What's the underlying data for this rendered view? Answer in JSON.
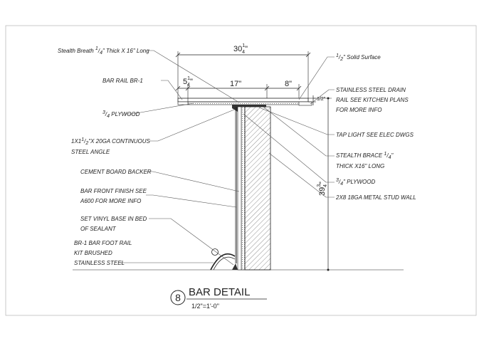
{
  "labels": {
    "stealth_breath": {
      "pre": "Stealth Breath ",
      "n": "1",
      "d": "4",
      "post": "\"  Thick X 16\" Long"
    },
    "bar_rail": "BAR RAIL BR-1",
    "plywood_top": {
      "n": "3",
      "d": "4",
      "post": " PLYWOOD"
    },
    "steel_angle_1": {
      "pre": "1X1",
      "n": "1",
      "d": "2",
      "post": "\"X  20GA CONTINUOUS"
    },
    "steel_angle_2": "STEEL ANGLE",
    "cement_board": "CEMENT BOARD BACKER",
    "finish_1": "BAR FRONT FINISH SEE",
    "finish_2": "A600 FOR MORE INFO",
    "vinyl_1": "SET VINYL BASE IN BED",
    "vinyl_2": "OF SEALANT",
    "foot_1": "BR-1 BAR FOOT RAIL",
    "foot_2": "KIT BRUSHED",
    "foot_3": "STAINLESS STEEL",
    "solid_surface": {
      "n": "1",
      "d": "2",
      "post": "\" Solid Surface"
    },
    "drain_1": "STAINLESS STEEL DRAIN",
    "drain_2": "RAIL SEE KITCHEN PLANS",
    "drain_3": "FOR MORE INFO",
    "tap_light": "TAP LIGHT SEE ELEC DWGS",
    "brace_1": {
      "pre": "STEALTH BRACE ",
      "n": "1",
      "d": "4",
      "post": "\""
    },
    "brace_2": "THICK X16\" LONG",
    "plywood_wall": {
      "n": "3",
      "d": "4",
      "post": "\" PLYWOOD"
    },
    "stud_wall": "2X8  18GA METAL STUD WALL"
  },
  "dimensions": {
    "overall": {
      "whole": "30",
      "n": "1",
      "d": "4",
      "unit": "\""
    },
    "bar_rail": {
      "whole": "5",
      "n": "1",
      "d": "4",
      "unit": "\""
    },
    "center": "17\"",
    "right": "8\"",
    "top_thickness": {
      "n": "1",
      "d": "2",
      "unit": "\""
    },
    "height": {
      "whole": "39",
      "n": "3",
      "d": "4",
      "unit": "\""
    }
  },
  "title": {
    "number": "8",
    "name": "BAR DETAIL",
    "scale": "1/2\"=1'-0\""
  }
}
